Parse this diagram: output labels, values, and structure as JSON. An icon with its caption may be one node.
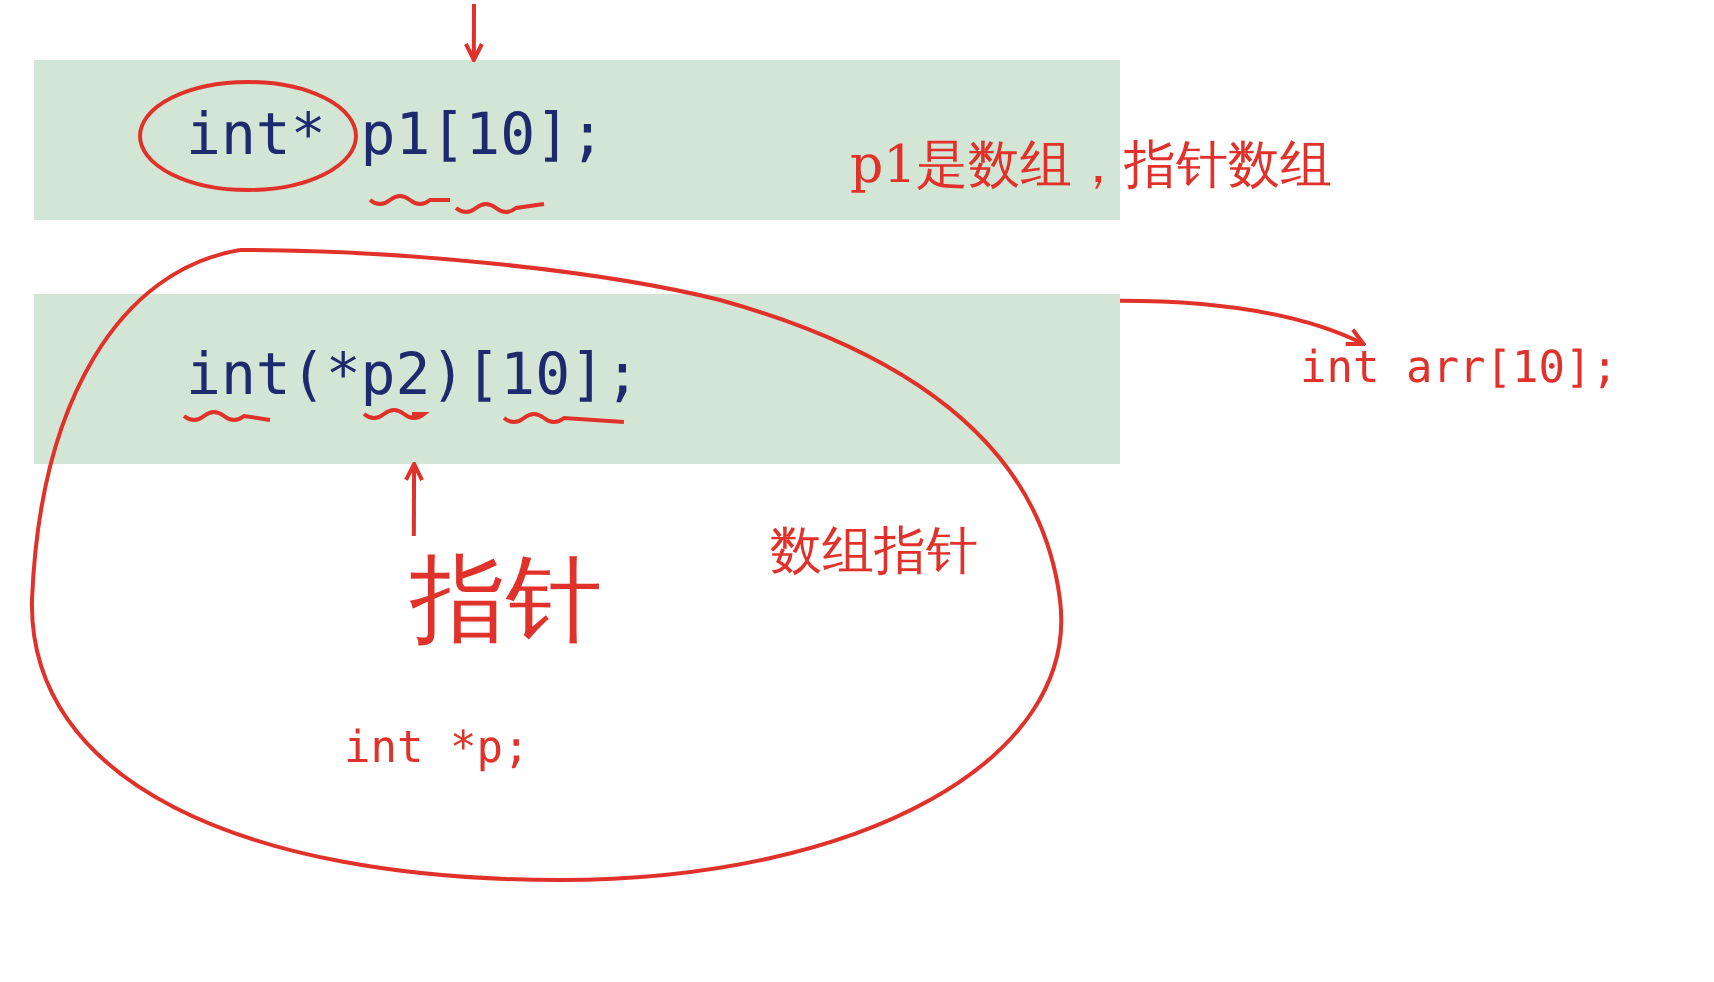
{
  "diagram": {
    "nodes": [
      {
        "text": [
          "int* p1[10];"
        ]
      },
      {
        "text": [
          "int(*p2)[10];"
        ]
      },
      {
        "text": [
          "p1是数组，指针数组"
        ]
      },
      {
        "text": [
          "int arr[10];"
        ]
      },
      {
        "text": [
          "指针"
        ]
      }
    ],
    "edges": [
      {
        "from": null,
        "to": 0,
        "arrow": "to"
      },
      {
        "from": 1,
        "to": 3,
        "arrow": "to"
      },
      {
        "from": 4,
        "to": 1,
        "arrow": "to"
      }
    ],
    "labels": [
      "数组指针",
      "int *p;"
    ]
  }
}
